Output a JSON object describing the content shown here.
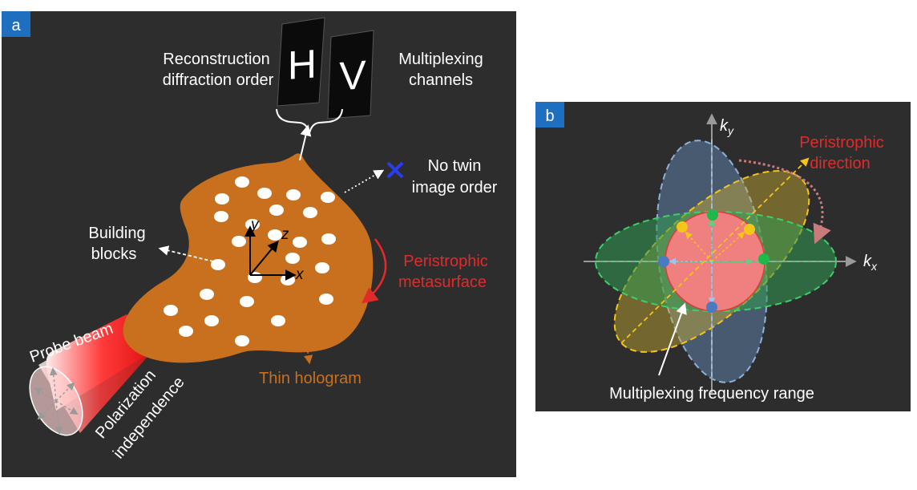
{
  "panel_a": {
    "badge": "a",
    "channel_letters": [
      "H",
      "V"
    ],
    "reconstruction_label": [
      "Reconstruction",
      "diffraction order"
    ],
    "multiplexing_channels_label": [
      "Multiplexing",
      "channels"
    ],
    "no_twin_label": [
      "No twin",
      "image order"
    ],
    "building_blocks_label": [
      "Building",
      "blocks"
    ],
    "peristrophic_metasurface_label": [
      "Peristrophic",
      "metasurface"
    ],
    "thin_hologram_label": "Thin hologram",
    "probe_beam_label": "Probe beam",
    "polarization_label": [
      "Polarization",
      "independence"
    ],
    "axes": {
      "x": "x",
      "y": "y",
      "z": "z"
    }
  },
  "panel_b": {
    "badge": "b",
    "ky_label": {
      "main": "k",
      "sub": "y"
    },
    "kx_label": {
      "main": "k",
      "sub": "x"
    },
    "peristrophic_direction_label": [
      "Peristrophic",
      "direction"
    ],
    "multiplexing_range_label": "Multiplexing frequency range"
  },
  "colors": {
    "panel_bg": "#2d2d2d",
    "badge_blue": "#1f6fc0",
    "hologram_orange": "#c9701f",
    "peristrophic_red": "#e32a2a",
    "cross_blue": "#2a3cf0",
    "center_circle": "#f07f80",
    "ellipse_blue": "#5f7fa8",
    "ellipse_yellow": "#c9b033",
    "ellipse_green": "#2f9a52",
    "dot_yellow": "#f5c518",
    "dot_green": "#1fb84a",
    "dot_blue": "#4a7abf"
  }
}
